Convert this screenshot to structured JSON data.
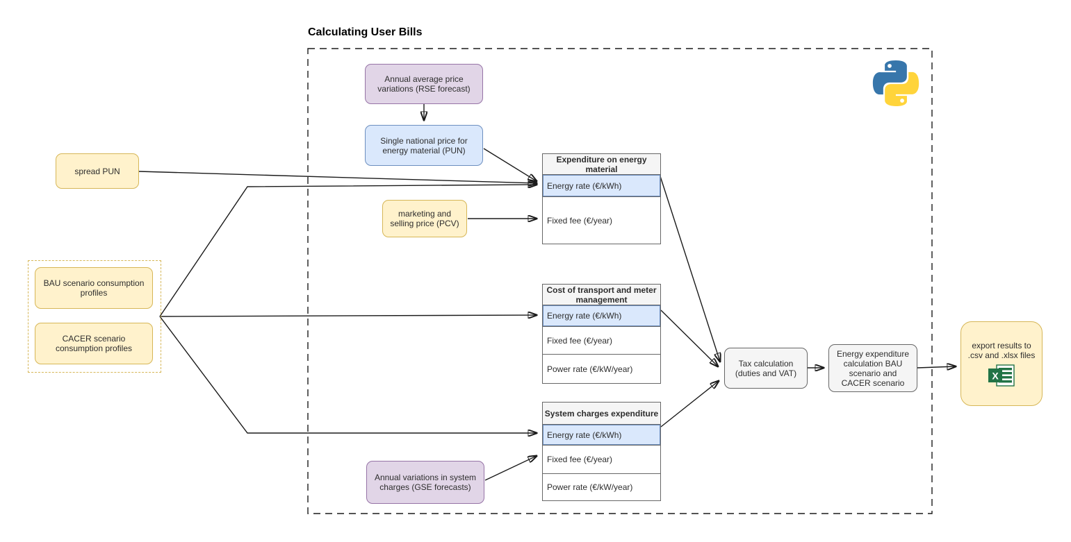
{
  "title": "Calculating User Bills",
  "colors": {
    "yellow_fill": "#FFF2CC",
    "yellow_border": "#D6B656",
    "purple_fill": "#E1D5E7",
    "purple_border": "#9673A6",
    "blue_fill": "#DAE8FC",
    "blue_border": "#6C8EBF",
    "gray_fill": "#F5F5F5",
    "gray_border": "#666666",
    "row_highlight": "#DAE8FC",
    "python_blue": "#3776AB",
    "python_yellow": "#FFD43B",
    "excel_green": "#217346"
  },
  "nodes": {
    "rse": "Annual average price variations (RSE forecast)",
    "pun": "Single national price for energy material (PUN)",
    "spread_pun": "spread PUN",
    "pcv": "marketing and selling price (PCV)",
    "bau": "BAU scenario consumption profiles",
    "cacer": "CACER scenario consumption profiles",
    "gse": "Annual variations in system charges (GSE forecasts)",
    "tax": "Tax calculation (duties and VAT)",
    "energy_calc": "Energy expenditure calculation BAU scenario and CACER scenario",
    "export": "export results to .csv and .xlsx files"
  },
  "tables": [
    {
      "title": "Expenditure on energy material",
      "rows": [
        {
          "label": "Energy rate (€/kWh)",
          "highlighted": true
        },
        {
          "label": "Fixed fee (€/year)",
          "highlighted": false
        }
      ]
    },
    {
      "title": "Cost of transport and meter management",
      "rows": [
        {
          "label": "Energy rate (€/kWh)",
          "highlighted": true
        },
        {
          "label": "Fixed fee (€/year)",
          "highlighted": false
        },
        {
          "label": "Power rate (€/kW/year)",
          "highlighted": false
        }
      ]
    },
    {
      "title": "System charges expenditure",
      "rows": [
        {
          "label": "Energy rate (€/kWh)",
          "highlighted": true
        },
        {
          "label": "Fixed fee (€/year)",
          "highlighted": false
        },
        {
          "label": "Power rate (€/kW/year)",
          "highlighted": false
        }
      ]
    }
  ],
  "icons": {
    "python": "python-logo",
    "excel": "excel-icon"
  }
}
